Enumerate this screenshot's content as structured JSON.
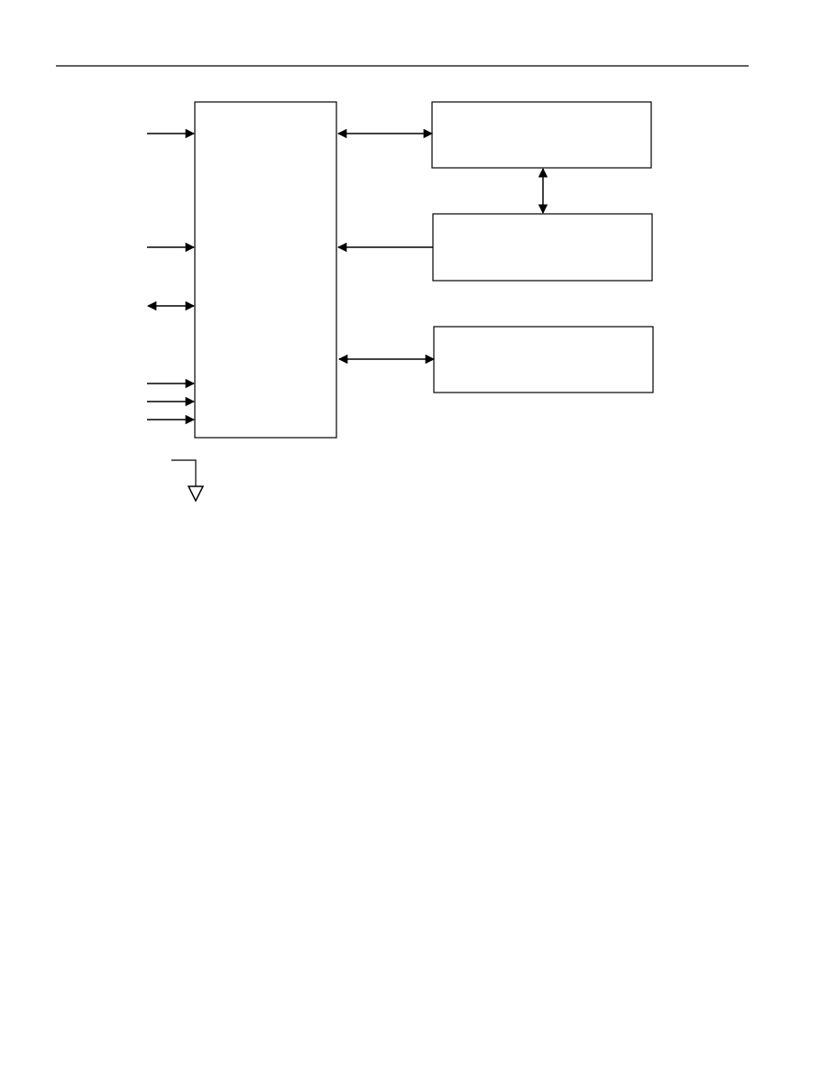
{
  "diagram": {
    "line_color": "#000000",
    "background_color": "#ffffff",
    "blocks": [
      {
        "id": "main-block",
        "label": ""
      },
      {
        "id": "upper-right-block",
        "label": ""
      },
      {
        "id": "middle-right-block",
        "label": ""
      },
      {
        "id": "lower-right-block",
        "label": ""
      }
    ],
    "connections": [
      {
        "id": "main-to-upper-right",
        "from": "main-block",
        "to": "upper-right-block",
        "direction": "bidirectional"
      },
      {
        "id": "upper-right-to-middle-right",
        "from": "upper-right-block",
        "to": "middle-right-block",
        "direction": "bidirectional"
      },
      {
        "id": "middle-right-to-main",
        "from": "middle-right-block",
        "to": "main-block",
        "direction": "one-way"
      },
      {
        "id": "main-to-lower-right",
        "from": "main-block",
        "to": "lower-right-block",
        "direction": "bidirectional"
      }
    ],
    "external_pins": [
      {
        "id": "pin-1",
        "direction": "input"
      },
      {
        "id": "pin-2",
        "direction": "input"
      },
      {
        "id": "pin-3",
        "direction": "bidirectional"
      },
      {
        "id": "pin-4",
        "direction": "input"
      },
      {
        "id": "pin-5",
        "direction": "input"
      },
      {
        "id": "pin-6",
        "direction": "input"
      }
    ],
    "ground_symbol": "ground-icon"
  }
}
